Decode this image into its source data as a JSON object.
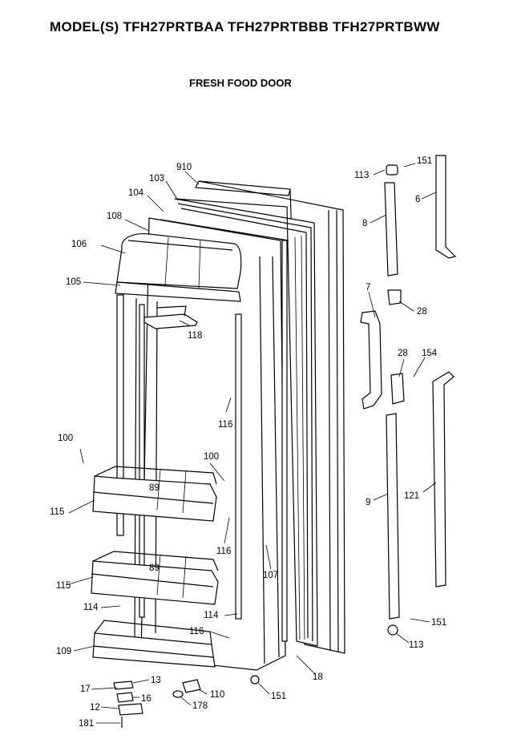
{
  "header": {
    "model_line": "MODEL(S) TFH27PRTBAA  TFH27PRTBBB  TFH27PRTBWW",
    "section_title": "FRESH FOOD DOOR"
  },
  "callouts": [
    {
      "id": "910",
      "label": "910"
    },
    {
      "id": "103",
      "label": "103"
    },
    {
      "id": "104",
      "label": "104"
    },
    {
      "id": "108",
      "label": "108"
    },
    {
      "id": "106",
      "label": "106"
    },
    {
      "id": "105",
      "label": "105"
    },
    {
      "id": "118",
      "label": "118"
    },
    {
      "id": "116a",
      "label": "116"
    },
    {
      "id": "100a",
      "label": "100"
    },
    {
      "id": "100b",
      "label": "100"
    },
    {
      "id": "89a",
      "label": "89"
    },
    {
      "id": "115a",
      "label": "115"
    },
    {
      "id": "116b",
      "label": "116"
    },
    {
      "id": "89b",
      "label": "89"
    },
    {
      "id": "115b",
      "label": "115"
    },
    {
      "id": "107",
      "label": "107"
    },
    {
      "id": "114a",
      "label": "114"
    },
    {
      "id": "114b",
      "label": "114"
    },
    {
      "id": "116c",
      "label": "116"
    },
    {
      "id": "109",
      "label": "109"
    },
    {
      "id": "18",
      "label": "18"
    },
    {
      "id": "13",
      "label": "13"
    },
    {
      "id": "17",
      "label": "17"
    },
    {
      "id": "16",
      "label": "16"
    },
    {
      "id": "110",
      "label": "110"
    },
    {
      "id": "12",
      "label": "12"
    },
    {
      "id": "178",
      "label": "178"
    },
    {
      "id": "151c",
      "label": "151"
    },
    {
      "id": "181",
      "label": "181"
    },
    {
      "id": "113a",
      "label": "113"
    },
    {
      "id": "151a",
      "label": "151"
    },
    {
      "id": "6",
      "label": "6"
    },
    {
      "id": "8",
      "label": "8"
    },
    {
      "id": "7",
      "label": "7"
    },
    {
      "id": "28a",
      "label": "28"
    },
    {
      "id": "28b",
      "label": "28"
    },
    {
      "id": "154",
      "label": "154"
    },
    {
      "id": "9",
      "label": "9"
    },
    {
      "id": "121",
      "label": "121"
    },
    {
      "id": "151b",
      "label": "151"
    },
    {
      "id": "113b",
      "label": "113"
    }
  ]
}
